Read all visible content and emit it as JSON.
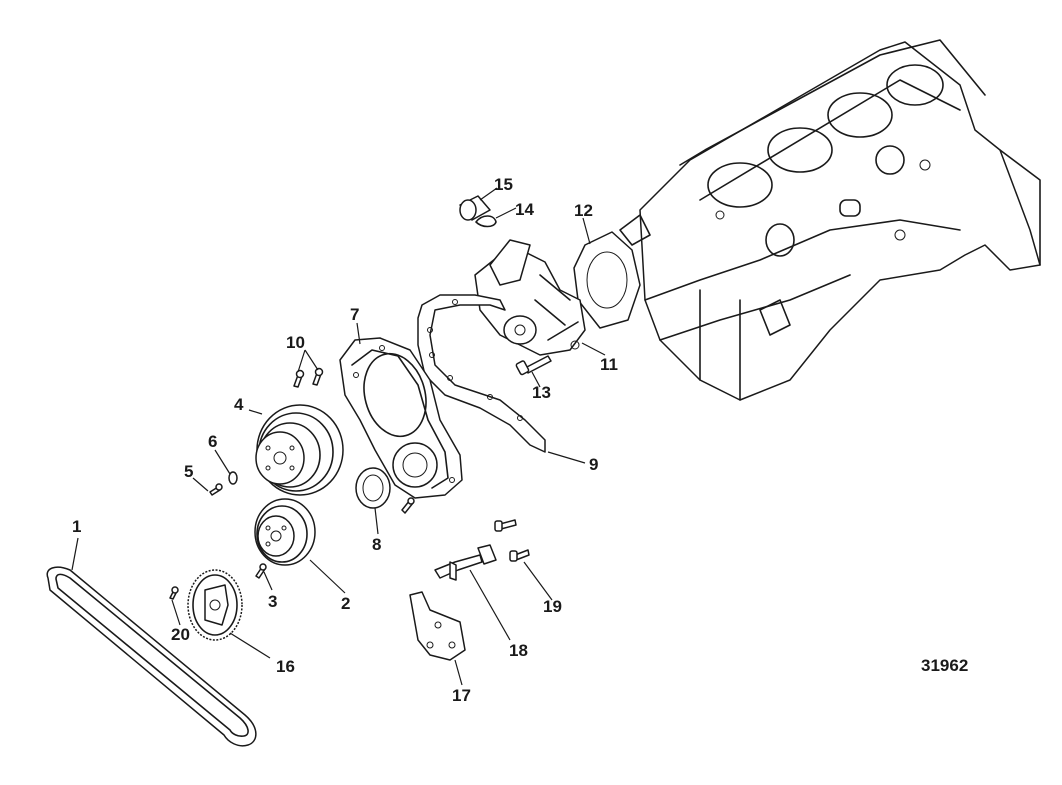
{
  "diagram": {
    "figure_number": "31962",
    "callouts": [
      {
        "id": "1",
        "label": "1"
      },
      {
        "id": "2",
        "label": "2"
      },
      {
        "id": "3",
        "label": "3"
      },
      {
        "id": "4",
        "label": "4"
      },
      {
        "id": "5",
        "label": "5"
      },
      {
        "id": "6",
        "label": "6"
      },
      {
        "id": "7",
        "label": "7"
      },
      {
        "id": "8",
        "label": "8"
      },
      {
        "id": "9",
        "label": "9"
      },
      {
        "id": "10",
        "label": "10"
      },
      {
        "id": "11",
        "label": "11"
      },
      {
        "id": "12",
        "label": "12"
      },
      {
        "id": "13",
        "label": "13"
      },
      {
        "id": "14",
        "label": "14"
      },
      {
        "id": "15",
        "label": "15"
      },
      {
        "id": "16",
        "label": "16"
      },
      {
        "id": "17",
        "label": "17"
      },
      {
        "id": "18",
        "label": "18"
      },
      {
        "id": "19",
        "label": "19"
      },
      {
        "id": "20",
        "label": "20"
      }
    ]
  }
}
